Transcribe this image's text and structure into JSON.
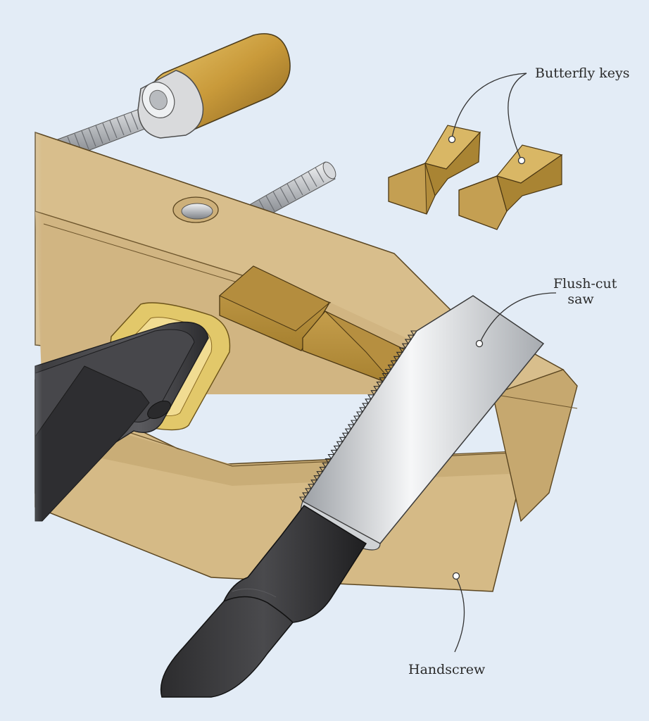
{
  "callouts": {
    "butterfly_keys": "Butterfly keys",
    "flush_cut_saw_line1": "Flush-cut",
    "flush_cut_saw_line2": "saw",
    "handscrew": "Handscrew"
  },
  "colors": {
    "background": "#e3ecf6",
    "wood_light": "#d8be8c",
    "wood_mid": "#cdb07a",
    "wood_dark": "#b89558",
    "key_top": "#c9a657",
    "key_side": "#a88437",
    "steel": "#c9ccd0",
    "blade": "#e4e6e9",
    "handle": "#3a3a3c",
    "brass": "#e2c86a"
  }
}
